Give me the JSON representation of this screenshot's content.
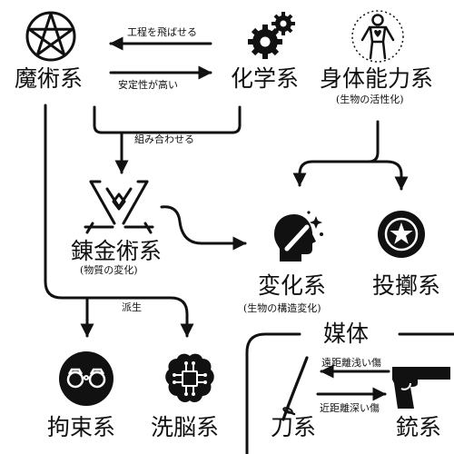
{
  "nodes": {
    "magic": {
      "label": "魔術系",
      "icon": "pentagram-icon"
    },
    "chemistry": {
      "label": "化学系",
      "icon": "gears-icon"
    },
    "physical": {
      "label": "身体能力系",
      "sublabel": "(生物の活性化)",
      "icon": "human-body-icon"
    },
    "alchemy": {
      "label": "錬金術系",
      "sublabel": "(物質の変化)",
      "icon": "alchemy-symbol-icon"
    },
    "transformation": {
      "label": "変化系",
      "sublabel": "(生物の構造変化)",
      "icon": "head-magic-wand-icon"
    },
    "throwing": {
      "label": "投擲系",
      "icon": "throwing-star-icon"
    },
    "restraint": {
      "label": "拘束系",
      "icon": "handcuffs-icon"
    },
    "brainwash": {
      "label": "洗脳系",
      "icon": "brain-circuit-icon"
    },
    "blade": {
      "label": "刀系",
      "icon": "katana-icon"
    },
    "gun": {
      "label": "銃系",
      "icon": "pistol-icon"
    }
  },
  "edges": {
    "chem_to_magic": "工程を飛ばせる",
    "magic_to_chem": "安定性が高い",
    "combine": "組み合わせる",
    "derive": "派生",
    "gun_to_blade": "遠距離浅い傷",
    "blade_to_gun": "近距離深い傷"
  },
  "groups": {
    "medium": {
      "title": "媒体"
    }
  },
  "colors": {
    "ink": "#111111",
    "background": "#ffffff"
  }
}
